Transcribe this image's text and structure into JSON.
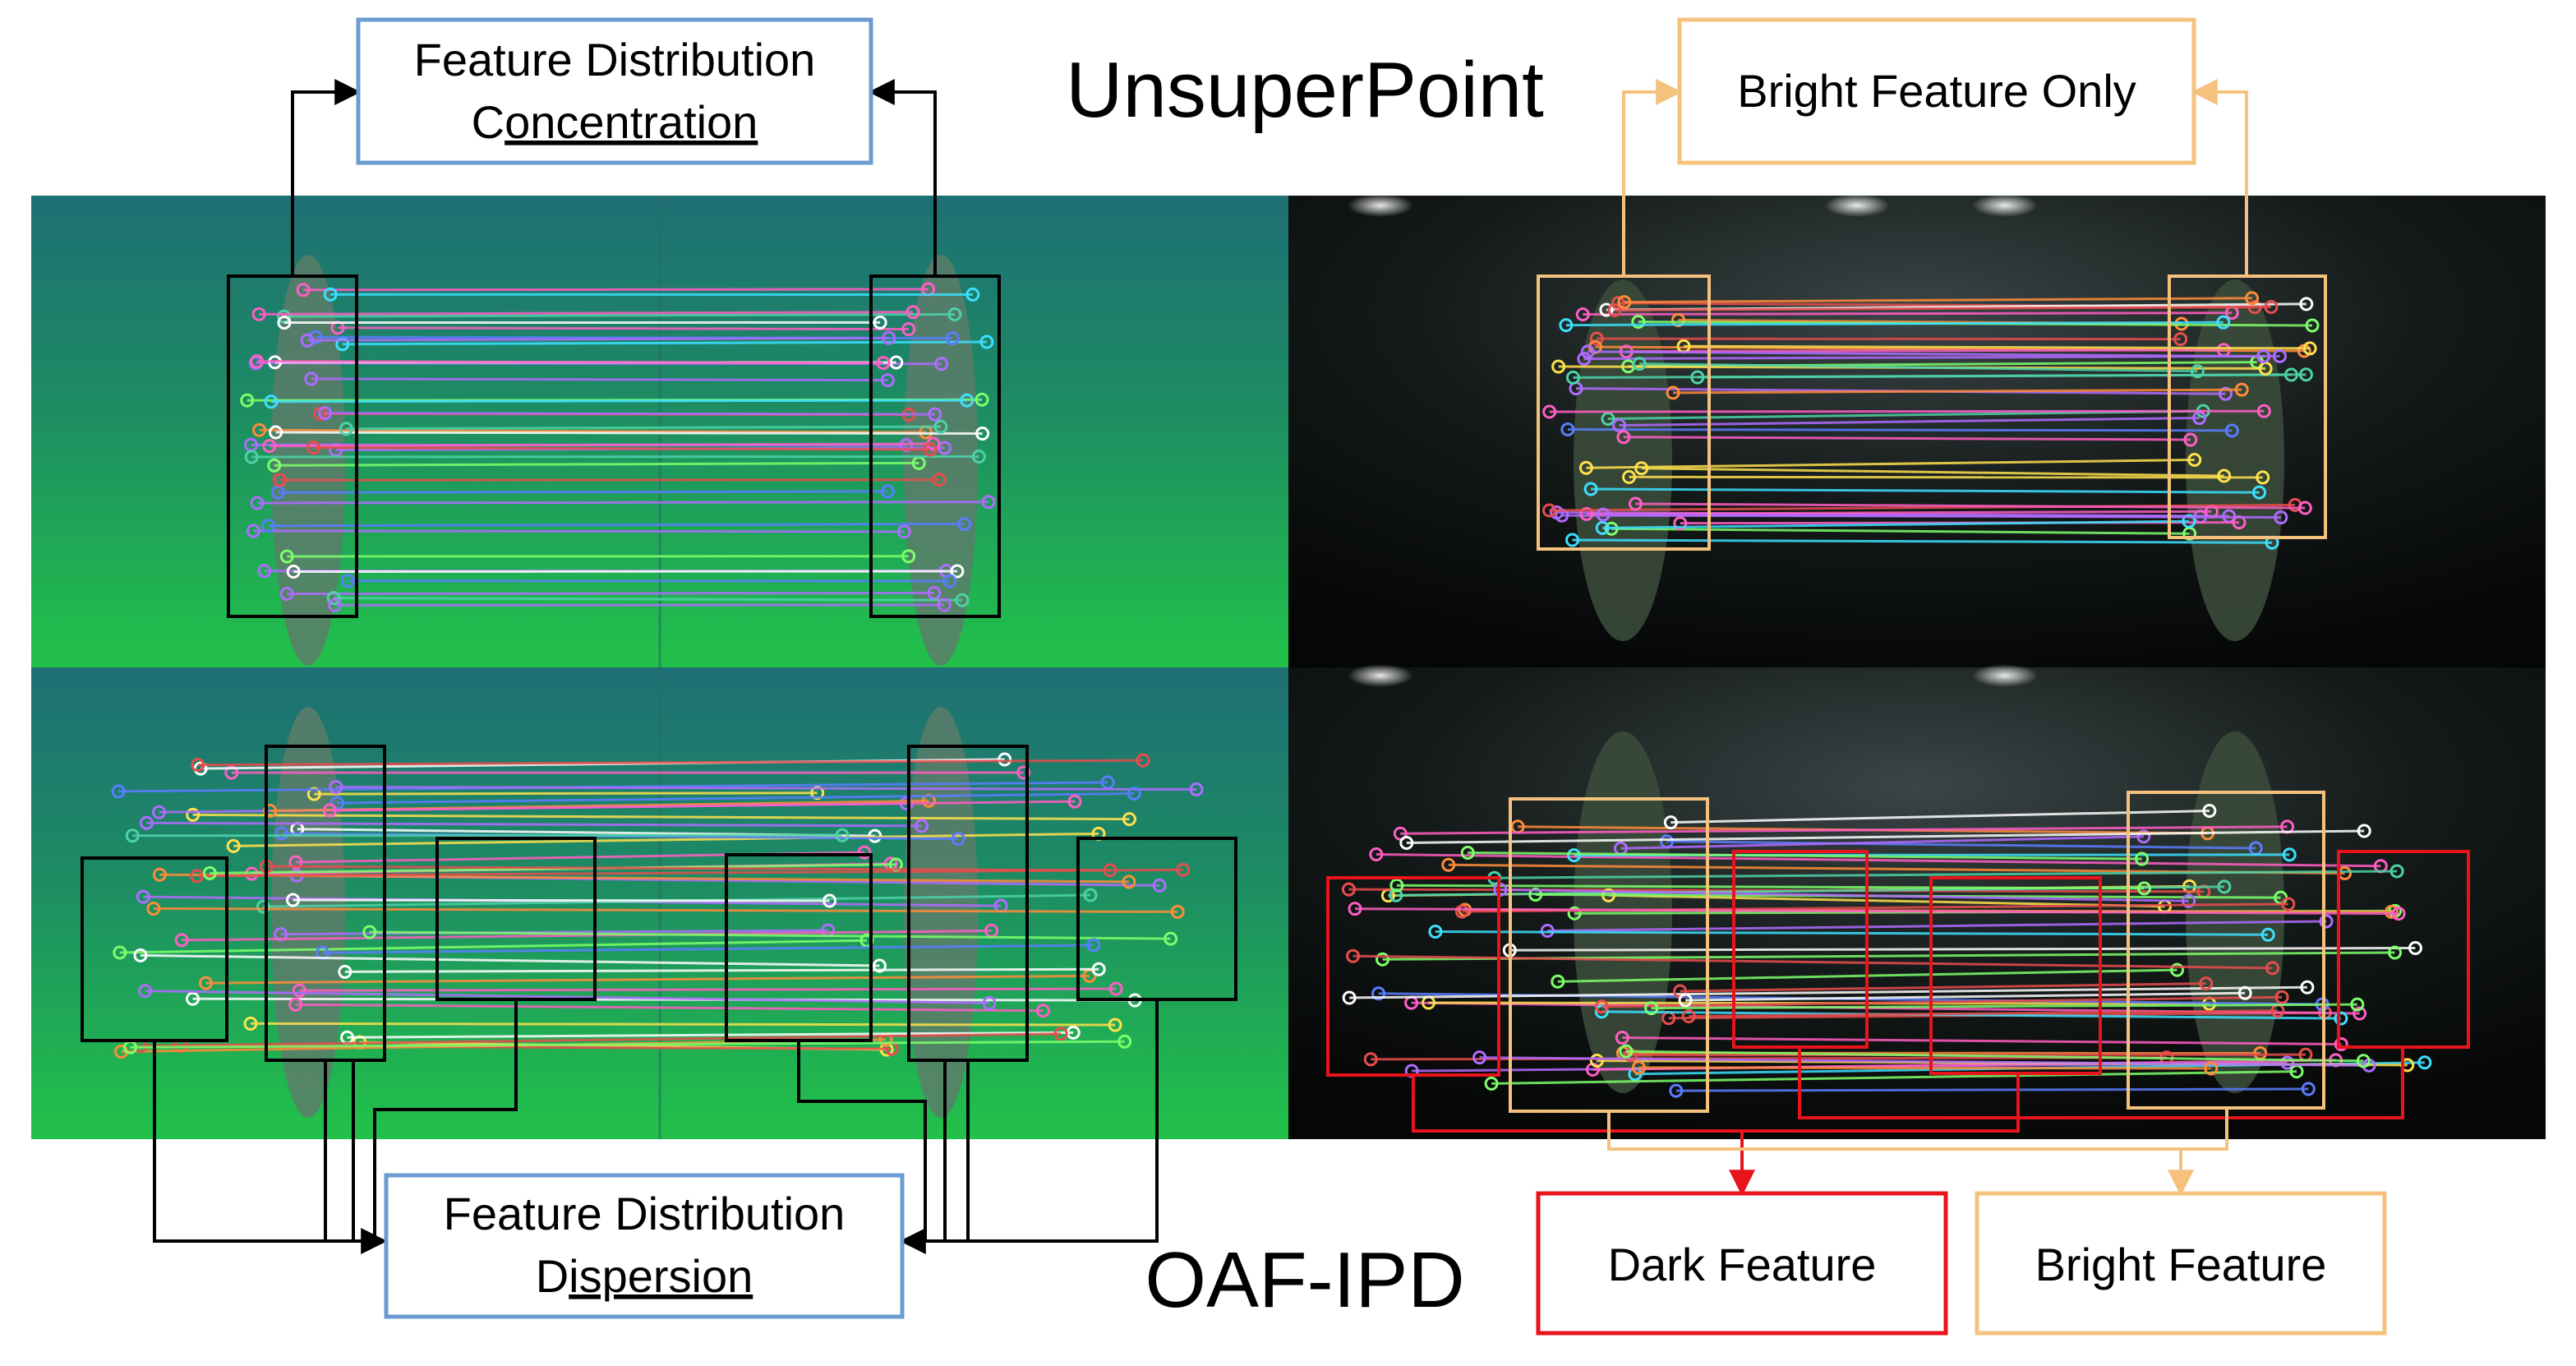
{
  "figure": {
    "title_top": "UnsuperPoint",
    "title_bottom": "OAF-IPD",
    "boxes": {
      "concentration": {
        "line1": "Feature Distribution",
        "line2_prefix": "C",
        "line2_underlined": "oncentration"
      },
      "dispersion": {
        "line1": "Feature Distribution",
        "line2_prefix": "D",
        "line2_underlined": "ispersion"
      },
      "bright_only": {
        "text": "Bright Feature Only"
      },
      "dark_feature": {
        "text": "Dark Feature"
      },
      "bright_feature": {
        "text": "Bright Feature"
      }
    },
    "colors": {
      "blue_box": "#6b9bd1",
      "orange_box": "#f5c27e",
      "red_box": "#e8141c",
      "black_box": "#000000",
      "water_green": "#1f9a5a",
      "dark_scene": "#0d0f0f"
    }
  }
}
